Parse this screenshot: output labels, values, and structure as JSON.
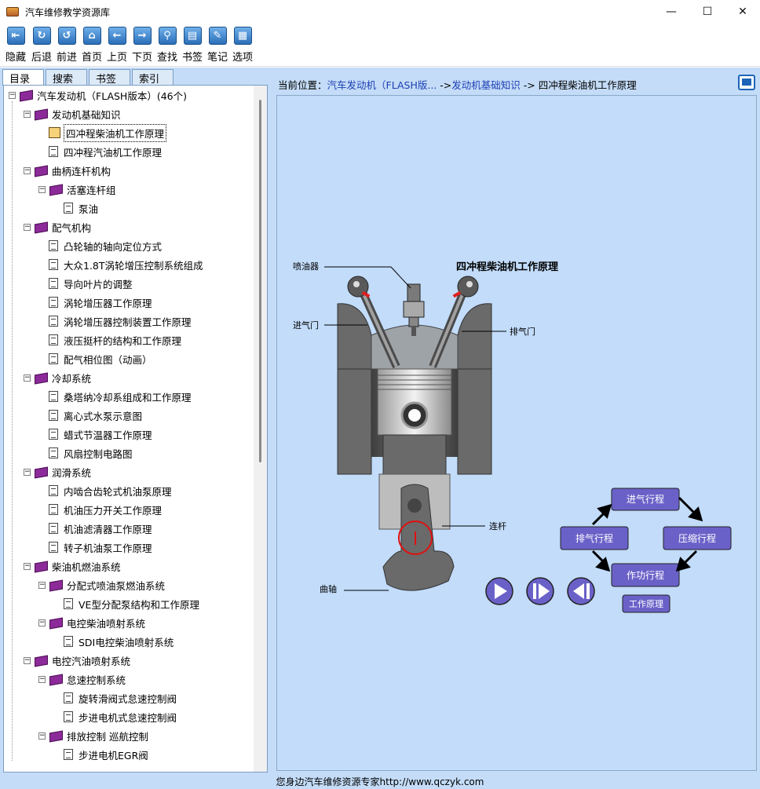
{
  "window": {
    "title": "汽车维修教学资源库",
    "minimize": "—",
    "maximize": "☐",
    "close": "✕"
  },
  "toolbar": [
    {
      "label": "隐藏",
      "icon": "hide-icon",
      "glyph": "⇤"
    },
    {
      "label": "后退",
      "icon": "back-icon",
      "glyph": "↻"
    },
    {
      "label": "前进",
      "icon": "forward-icon",
      "glyph": "↺"
    },
    {
      "label": "首页",
      "icon": "home-icon",
      "glyph": "⌂"
    },
    {
      "label": "上页",
      "icon": "prev-page-icon",
      "glyph": "←"
    },
    {
      "label": "下页",
      "icon": "next-page-icon",
      "glyph": "→"
    },
    {
      "label": "查找",
      "icon": "search-icon",
      "glyph": "⚲"
    },
    {
      "label": "书签",
      "icon": "bookmark-icon",
      "glyph": "▤"
    },
    {
      "label": "笔记",
      "icon": "note-icon",
      "glyph": "✎"
    },
    {
      "label": "选项",
      "icon": "options-icon",
      "glyph": "▦"
    }
  ],
  "tabs": [
    "目录",
    "搜索",
    "书签",
    "索引"
  ],
  "tree": [
    {
      "label": "汽车发动机（FLASH版本）(46个)",
      "level": 0,
      "type": "book",
      "exp": "−"
    },
    {
      "label": "发动机基础知识",
      "level": 1,
      "type": "book",
      "exp": "−"
    },
    {
      "label": "四冲程柴油机工作原理",
      "level": 2,
      "type": "openbook",
      "selected": true
    },
    {
      "label": "四冲程汽油机工作原理",
      "level": 2,
      "type": "doc"
    },
    {
      "label": "曲柄连杆机构",
      "level": 1,
      "type": "book",
      "exp": "−"
    },
    {
      "label": "活塞连杆组",
      "level": 2,
      "type": "book",
      "exp": "−"
    },
    {
      "label": "泵油",
      "level": 3,
      "type": "doc"
    },
    {
      "label": "配气机构",
      "level": 1,
      "type": "book",
      "exp": "−"
    },
    {
      "label": "凸轮轴的轴向定位方式",
      "level": 2,
      "type": "doc"
    },
    {
      "label": "大众1.8T涡轮增压控制系统组成",
      "level": 2,
      "type": "doc"
    },
    {
      "label": "导向叶片的调整",
      "level": 2,
      "type": "doc"
    },
    {
      "label": "涡轮增压器工作原理",
      "level": 2,
      "type": "doc"
    },
    {
      "label": "涡轮增压器控制装置工作原理",
      "level": 2,
      "type": "doc"
    },
    {
      "label": "液压挺杆的结构和工作原理",
      "level": 2,
      "type": "doc"
    },
    {
      "label": "配气相位图（动画）",
      "level": 2,
      "type": "doc"
    },
    {
      "label": "冷却系统",
      "level": 1,
      "type": "book",
      "exp": "−"
    },
    {
      "label": "桑塔纳冷却系组成和工作原理",
      "level": 2,
      "type": "doc"
    },
    {
      "label": "离心式水泵示意图",
      "level": 2,
      "type": "doc"
    },
    {
      "label": "蜡式节温器工作原理",
      "level": 2,
      "type": "doc"
    },
    {
      "label": "风扇控制电路图",
      "level": 2,
      "type": "doc"
    },
    {
      "label": "润滑系统",
      "level": 1,
      "type": "book",
      "exp": "−"
    },
    {
      "label": "内啮合齿轮式机油泵原理",
      "level": 2,
      "type": "doc"
    },
    {
      "label": "机油压力开关工作原理",
      "level": 2,
      "type": "doc"
    },
    {
      "label": "机油滤清器工作原理",
      "level": 2,
      "type": "doc"
    },
    {
      "label": "转子机油泵工作原理",
      "level": 2,
      "type": "doc"
    },
    {
      "label": "柴油机燃油系统",
      "level": 1,
      "type": "book",
      "exp": "−"
    },
    {
      "label": "分配式喷油泵燃油系统",
      "level": 2,
      "type": "book",
      "exp": "−"
    },
    {
      "label": "VE型分配泵结构和工作原理",
      "level": 3,
      "type": "doc"
    },
    {
      "label": "电控柴油喷射系统",
      "level": 2,
      "type": "book",
      "exp": "−"
    },
    {
      "label": "SDI电控柴油喷射系统",
      "level": 3,
      "type": "doc"
    },
    {
      "label": "电控汽油喷射系统",
      "level": 1,
      "type": "book",
      "exp": "−"
    },
    {
      "label": "怠速控制系统",
      "level": 2,
      "type": "book",
      "exp": "−"
    },
    {
      "label": "旋转滑阀式怠速控制阀",
      "level": 3,
      "type": "doc"
    },
    {
      "label": "步进电机式怠速控制阀",
      "level": 3,
      "type": "doc"
    },
    {
      "label": "排放控制 巡航控制",
      "level": 2,
      "type": "book",
      "exp": "−"
    },
    {
      "label": "步进电机EGR阀",
      "level": 3,
      "type": "doc"
    }
  ],
  "breadcrumb": {
    "prefix": "当前位置：",
    "part1": "汽车发动机（FLASH版...",
    "sep1": " ->",
    "part2": "发动机基础知识",
    "sep2": " -> ",
    "part3": "四冲程柴油机工作原理"
  },
  "diagram": {
    "title": "四冲程柴油机工作原理",
    "injector": "喷油器",
    "intake_valve": "进气门",
    "exhaust_valve": "排气门",
    "conrod": "连杆",
    "crankshaft": "曲轴",
    "stroke_intake": "进气行程",
    "stroke_compression": "压缩行程",
    "stroke_power": "作功行程",
    "stroke_exhaust": "排气行程",
    "principle_button": "工作原理"
  },
  "status": "您身边汽车维修资源专家http://www.qczyk.com"
}
